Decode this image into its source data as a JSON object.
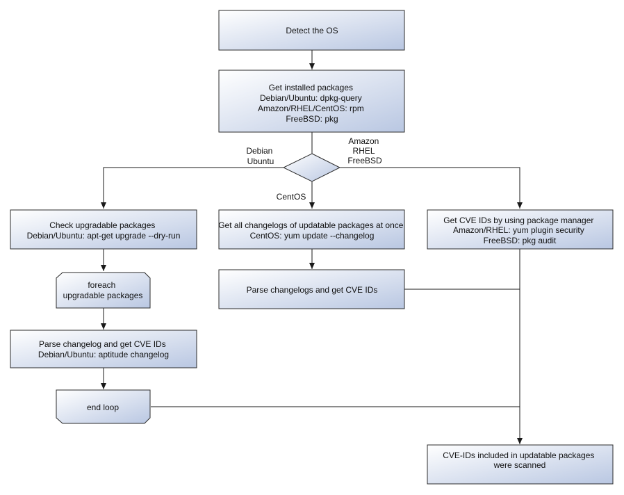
{
  "diagram": {
    "colors": {
      "box_fill_left": "#ffffff",
      "box_fill_right": "#b9c7e2",
      "stroke": "#2b2b2b",
      "text": "#111111"
    },
    "nodes": {
      "detect_os": [
        "Detect the OS"
      ],
      "installed": [
        "Get installed packages",
        "Debian/Ubuntu: dpkg-query",
        "Amazon/RHEL/CentOS: rpm",
        "FreeBSD: pkg"
      ],
      "check_upgradable": [
        "Check upgradable packages",
        "Debian/Ubuntu: apt-get upgrade --dry-run"
      ],
      "foreach": [
        "foreach",
        "upgradable  packages"
      ],
      "parse_changelog": [
        "Parse changelog and get  CVE IDs",
        "Debian/Ubuntu: aptitude changelog"
      ],
      "end_loop": [
        "end loop"
      ],
      "all_changelogs": [
        "Get all changelogs of updatable packages at once",
        "CentOS: yum update --changelog"
      ],
      "parse_changelogs": [
        "Parse changelogs and get CVE IDs"
      ],
      "pkg_manager": [
        "Get CVE IDs by using package manager",
        "Amazon/RHEL: yum plugin security",
        "FreeBSD: pkg audit"
      ],
      "scanned": [
        "CVE-IDs included in updatable packages",
        "were scanned"
      ]
    },
    "edge_labels": {
      "debian": [
        "Debian",
        "Ubuntu"
      ],
      "centos": [
        "CentOS"
      ],
      "amazon": [
        "Amazon",
        "RHEL",
        "FreeBSD"
      ]
    }
  }
}
